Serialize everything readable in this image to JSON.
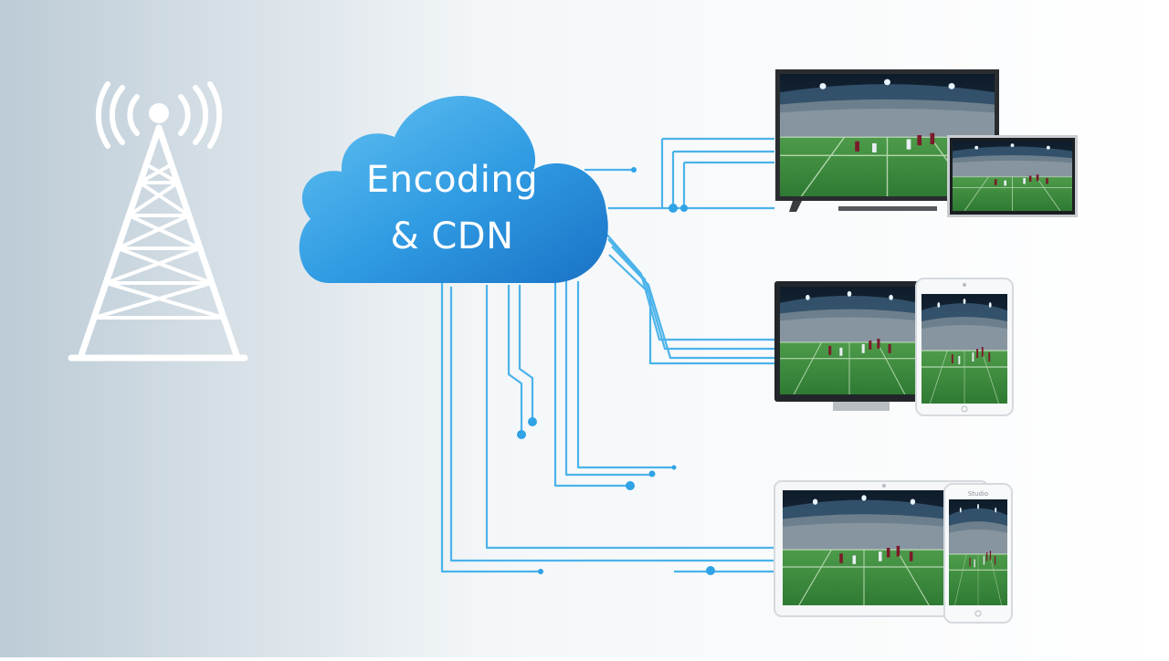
{
  "cloud": {
    "line1": "Encoding",
    "line2": "& CDN"
  },
  "devices": {
    "group1": [
      "tv",
      "laptop"
    ],
    "group2": [
      "desktop-monitor",
      "tablet"
    ],
    "group3": [
      "tablet-landscape",
      "smartphone"
    ],
    "phone_screen_text": "Studio"
  },
  "colors": {
    "background_left": "#bccbd6",
    "background_right": "#ffffff",
    "cloud_light": "#5bbdf0",
    "cloud_dark": "#1f7fd0",
    "connector": "#4bb3ea",
    "tower": "#ffffff",
    "pitch": "#3f8a3d",
    "stands": "#1c2d3a"
  }
}
